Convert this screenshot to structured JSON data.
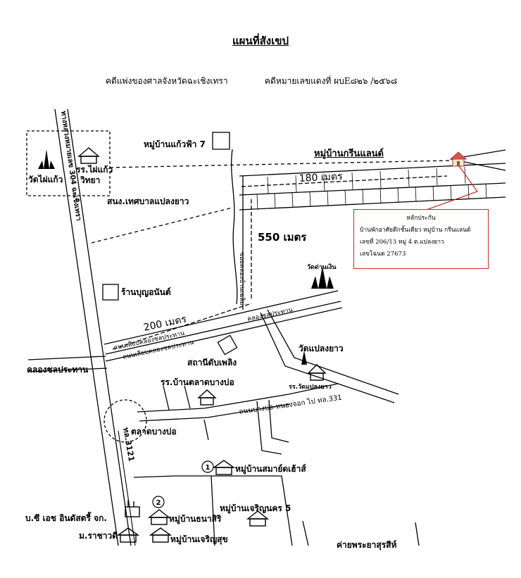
{
  "header": {
    "title": "แผนที่สังเขป",
    "case_court": "คดีแพ่งของศาลจังหวัดฉะเชิงเทรา",
    "case_number": "คดีหมายเลขแดงที่ ผบE๘๒๖ /๒๕๖๘"
  },
  "labels": {
    "wat_phai_kaew": "วัดไผ่แก้ว",
    "school_phai_kaew_1": "รร.ไผ่แก้ว",
    "school_phai_kaew_2": "วิทยา",
    "highway_304": "ทางหลวงหมายเลข 304 ฉะเชิงเทรา",
    "village_kaew_fa": "หมู่บ้านแก้วฟ้า 7",
    "village_green_land": "หมู่บ้านกรีนแลนด์",
    "dist_180": "180 เมตร",
    "municipality": "สนง.เทศบาลแปลงยาว",
    "dist_550": "550 เมตร",
    "soi_road": "ซอยคลองบ้านเฉลิม",
    "wat_tambon": "วัดด่านเงิน",
    "shop": "ร้านบุญอนันต์",
    "dist_200": "200 เมตร",
    "canal_prathan": "คลองชลประทาน",
    "canal_road_1": "ถนนเลียบคลองชลประทาน",
    "canal_road_2": "ถนนเลียบคลองชลประทาน",
    "canal_label_mid": "คลองชลประทาน",
    "canal_left": "คลองชลประทาน",
    "fire_station": "สถานีดับเพลิง",
    "wat_plaeng_yao": "วัดแปลงยาว",
    "school_plaeng_yao": "รร.วัดแปลงยาว",
    "school_talat": "รร.บ้านตลาดบางบ่อ",
    "road_to_331": "ถนนบางบ่อ-หนองจอก ไป ทล.331",
    "market": "ตลาดบางบ่อ",
    "route_3121": "ทล.3121",
    "village_smart_house": "หมู่บ้านสมาย์ดเฮ้าส์",
    "company": "บ.ซี เอช อินดัสตรี้ จก.",
    "village_thanasiri": "หมู่บ้านธนาสิริ",
    "village_charoen_nakorn": "หมู่บ้านเจริญนคร 5",
    "university": "ม.ราชาวดี",
    "village_charoen_suk": "หมู่บ้านเจริญสุข",
    "camp": "ค่ายพระยาสุรสีห์",
    "num_1": "1",
    "num_2": "2"
  },
  "callout": {
    "heading": "หลักประกัน",
    "line1": "บ้านพักอาศัยตึกชั้นเดียว หมู่บ้าน กรีนแลนด์",
    "line2": "เลขที่ 206/13 หมู่ 4 ต.แปลงยาว",
    "line3": "เลขโฉนด 27673",
    "border_color": "#c62828"
  },
  "icons": {
    "property_marker": "red-house-icon"
  }
}
